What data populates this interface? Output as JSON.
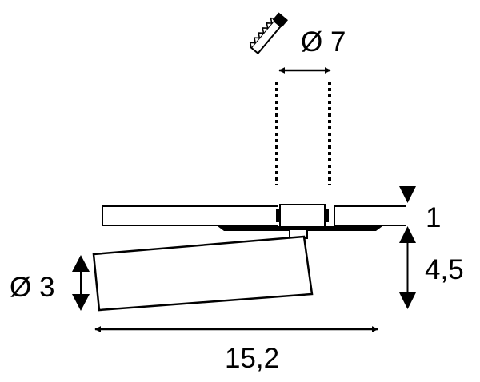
{
  "dimensions": {
    "cutout_diameter": "Ø 7",
    "ceiling_thickness": "1",
    "mount_height": "4,5",
    "head_diameter": "Ø 3",
    "total_length": "15,2"
  },
  "icons": {
    "cutout_tool": "saw-icon"
  },
  "colors": {
    "stroke": "#000000",
    "fill": "#ffffff"
  }
}
